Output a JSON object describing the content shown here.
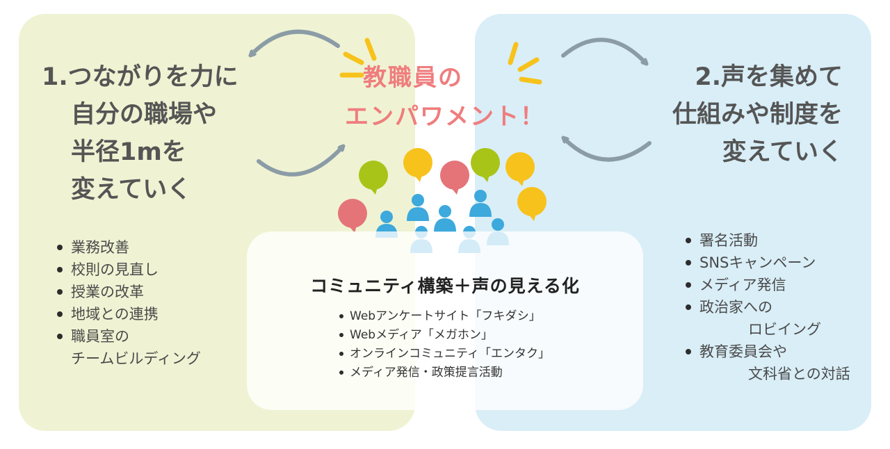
{
  "colors": {
    "left_panel": "#eff3d3",
    "right_panel": "#d9eef7",
    "title_pink": "#ef7d7e",
    "bubble_green": "#a8c418",
    "bubble_yellow": "#f7c21b",
    "bubble_red": "#e47478",
    "person_blue": "#3da9dc",
    "arrow_gray": "#8b9ca6",
    "burst_yellow": "#f7c21b"
  },
  "center": {
    "title_lines": [
      "教職員の",
      "エンパワメント！"
    ],
    "subtitle": "コミュニティ構築＋声の見える化",
    "items": [
      "Webアンケートサイト「フキダシ」",
      "Webメディア「メガホン」",
      "オンラインコミュニティ「エンタク」",
      "メディア発信・政策提言活動"
    ]
  },
  "left": {
    "heading_lines": [
      "1.つながりを力に",
      "自分の職場や",
      "半径1mを",
      "変えていく"
    ],
    "items": [
      {
        "lines": [
          "業務改善"
        ]
      },
      {
        "lines": [
          "校則の見直し"
        ]
      },
      {
        "lines": [
          "授業の改革"
        ]
      },
      {
        "lines": [
          "地域との連携"
        ]
      },
      {
        "lines": [
          "職員室の",
          "チームビルディング"
        ]
      }
    ]
  },
  "right": {
    "heading_lines": [
      "2.声を集めて",
      "仕組みや制度を",
      "変えていく"
    ],
    "items": [
      {
        "lines": [
          "署名活動"
        ]
      },
      {
        "lines": [
          "SNSキャンペーン"
        ]
      },
      {
        "lines": [
          "メディア発信"
        ]
      },
      {
        "lines": [
          "政治家への",
          "ロビイング"
        ]
      },
      {
        "lines": [
          "教育委員会や",
          "文科省との対話"
        ]
      }
    ]
  },
  "icons": {
    "arrows": "curved-arrow-icon",
    "bubbles": "speech-bubble-icon",
    "people": "person-icon",
    "burst": "sparkle-burst-icon"
  }
}
